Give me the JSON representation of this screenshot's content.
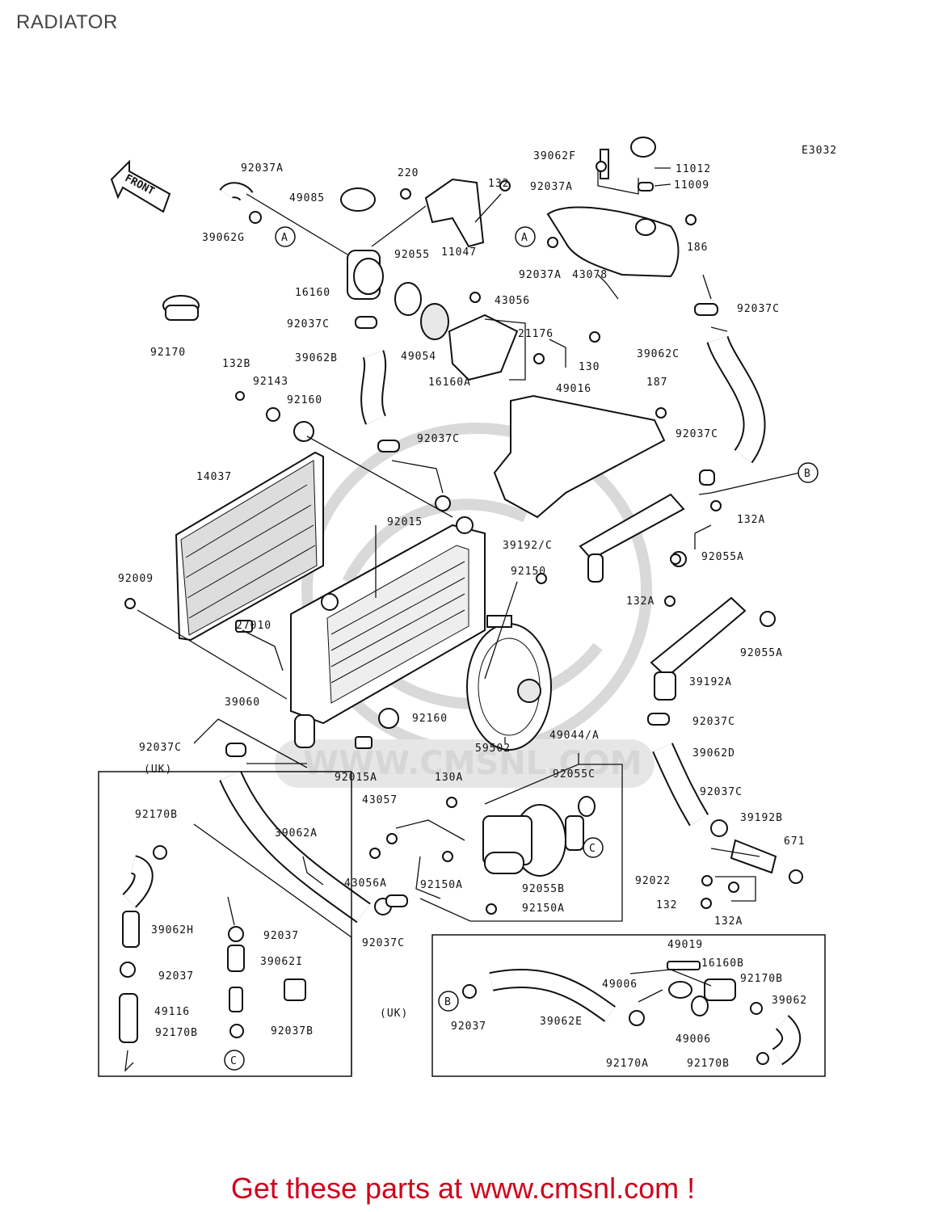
{
  "page": {
    "title": "RADIATOR",
    "diagram_code": "E3032",
    "front_label": "FRONT",
    "footer": "Get these parts at www.cmsnl.com !",
    "watermark": "WWW.CMSNL.COM"
  },
  "refs": {
    "a": "A",
    "b": "B",
    "c": "C"
  },
  "groups": {
    "uk": "(UK)"
  },
  "labels": {
    "p92037A_top": "92037A",
    "p220": "220",
    "p132": "132",
    "p39062F": "39062F",
    "p11012": "11012",
    "p92037A_mid": "92037A",
    "p11009": "11009",
    "p49085": "49085",
    "p39062G": "39062G",
    "p186": "186",
    "p92055": "92055",
    "p11047": "11047",
    "p92037A_low": "92037A",
    "p43078": "43078",
    "p16160": "16160",
    "p43056": "43056",
    "p92037C_a": "92037C",
    "p92037C_b": "92037C",
    "p92170": "92170",
    "p39062B": "39062B",
    "p49054": "49054",
    "p21176": "21176",
    "p130": "130",
    "p39062C": "39062C",
    "p16160A": "16160A",
    "p132B": "132B",
    "p92143": "92143",
    "p92160_top": "92160",
    "p49016": "49016",
    "p187": "187",
    "p92037C_c": "92037C",
    "p92037C_d": "92037C",
    "p14037": "14037",
    "p92015": "92015",
    "p132A_top": "132A",
    "p39192C": "39192/C",
    "p92055A_top": "92055A",
    "p92009": "92009",
    "p92150": "92150",
    "p132A_mid": "132A",
    "p27010": "27010",
    "p92055A_mid": "92055A",
    "p39192A": "39192A",
    "p39060": "39060",
    "p92160_low": "92160",
    "p92037C_e": "92037C",
    "p92037C_f": "92037C",
    "p49044A": "49044/A",
    "p39062D": "39062D",
    "p59502": "59502",
    "p92015A": "92015A",
    "p92055C": "92055C",
    "p130A": "130A",
    "p43057": "43057",
    "p92037C_g": "92037C",
    "p92170B_a": "92170B",
    "p39062A": "39062A",
    "p39192B": "39192B",
    "p671": "671",
    "p92022": "92022",
    "p43056A": "43056A",
    "p92150A_a": "92150A",
    "p92055B": "92055B",
    "p132_low": "132",
    "p132A_low": "132A",
    "p92150A_b": "92150A",
    "p39062H": "39062H",
    "p92037_a": "92037",
    "p92037C_h": "92037C",
    "p39062I": "39062I",
    "p92037_b": "92037",
    "p49116": "49116",
    "p92037B": "92037B",
    "p92170B_b": "92170B",
    "p49019": "49019",
    "p16160B": "16160B",
    "p92170B_c": "92170B",
    "p49006_a": "49006",
    "p39062": "39062",
    "p92037_c": "92037",
    "p39062E": "39062E",
    "p49006_b": "49006",
    "p92170A": "92170A",
    "p92170B_d": "92170B"
  }
}
